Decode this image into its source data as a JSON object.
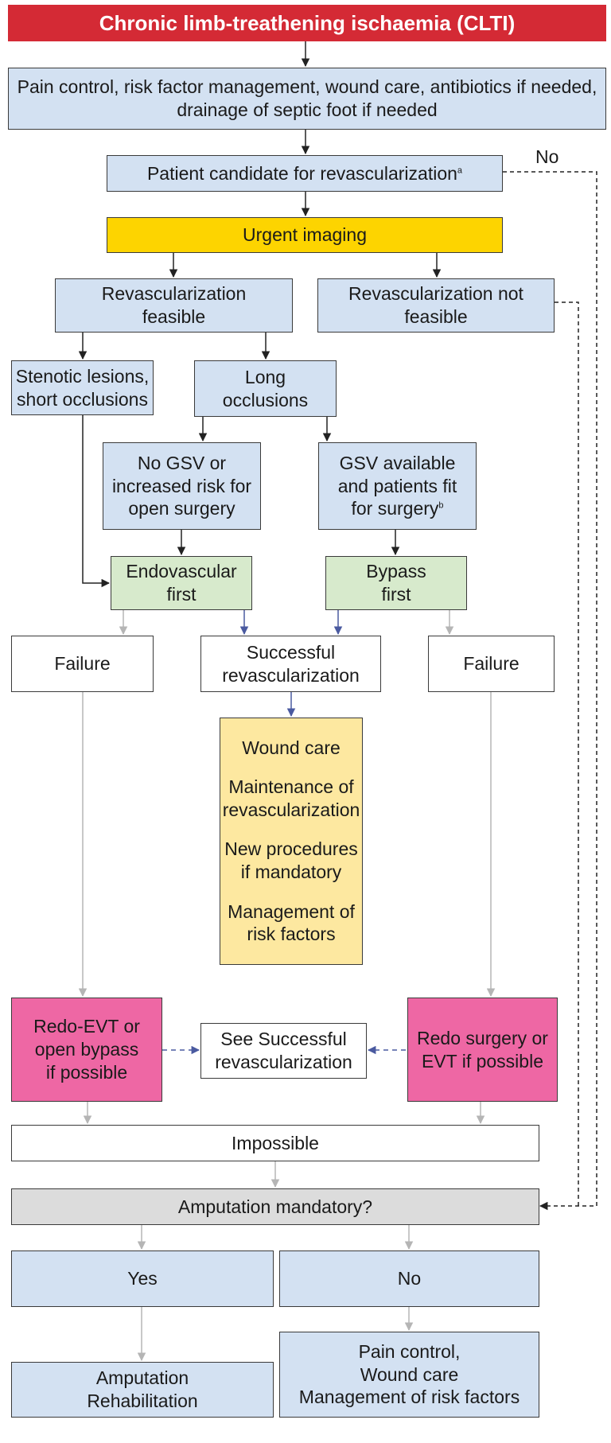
{
  "title": "Chronic limb-treathening ischaemia (CLTI)",
  "initial_care": {
    "line1": "Pain control, risk factor management, wound care, antibiotics if needed,",
    "line2": "drainage of septic foot if needed"
  },
  "candidate": {
    "text": "Patient candidate for revascularization",
    "footnote": "a"
  },
  "no_label": "No",
  "urgent_imaging": "Urgent imaging",
  "feasible": {
    "line1": "Revascularization",
    "line2": "feasible"
  },
  "not_feasible": {
    "line1": "Revascularization not",
    "line2": "feasible"
  },
  "stenotic": {
    "line1": "Stenotic lesions,",
    "line2": "short occlusions"
  },
  "long_occlusions": {
    "line1": "Long",
    "line2": "occlusions"
  },
  "no_gsv": {
    "line1": "No GSV or",
    "line2": "increased risk for",
    "line3": "open surgery"
  },
  "gsv_available": {
    "line1": "GSV available",
    "line2": "and patients fit",
    "line3": "for surgery",
    "footnote": "b"
  },
  "endovascular_first": {
    "line1": "Endovascular",
    "line2": "first"
  },
  "bypass_first": {
    "line1": "Bypass",
    "line2": "first"
  },
  "failure_left": "Failure",
  "successful": {
    "line1": "Successful",
    "line2": "revascularization"
  },
  "failure_right": "Failure",
  "followup": {
    "item1": "Wound care",
    "item2_line1": "Maintenance of",
    "item2_line2": "revascularization",
    "item3_line1": "New procedures",
    "item3_line2": "if mandatory",
    "item4_line1": "Management of",
    "item4_line2": "risk factors"
  },
  "redo_evt": {
    "line1": "Redo-EVT or",
    "line2": "open bypass",
    "line3": "if possible"
  },
  "see_successful": {
    "line1": "See Successful",
    "line2": "revascularization"
  },
  "redo_surgery": {
    "line1": "Redo surgery or",
    "line2": "EVT if possible"
  },
  "impossible": "Impossible",
  "amputation_mandatory": "Amputation mandatory?",
  "yes": "Yes",
  "no": "No",
  "amputation": {
    "line1": "Amputation",
    "line2": "Rehabilitation"
  },
  "pain_control": {
    "line1": "Pain control,",
    "line2": "Wound care",
    "line3": "Management of risk factors"
  },
  "colors": {
    "title_red": "#d42a35",
    "process_blue": "#d3e1f2",
    "imaging_amber": "#fdd400",
    "strategy_green": "#d7eacc",
    "redo_pink": "#ee67a4",
    "followup_cream": "#fde8a0",
    "decision_gray": "#dcdcdc",
    "arrow_black": "#222222",
    "arrow_gray": "#b5b5b5",
    "arrow_blue": "#4a5aa0"
  }
}
